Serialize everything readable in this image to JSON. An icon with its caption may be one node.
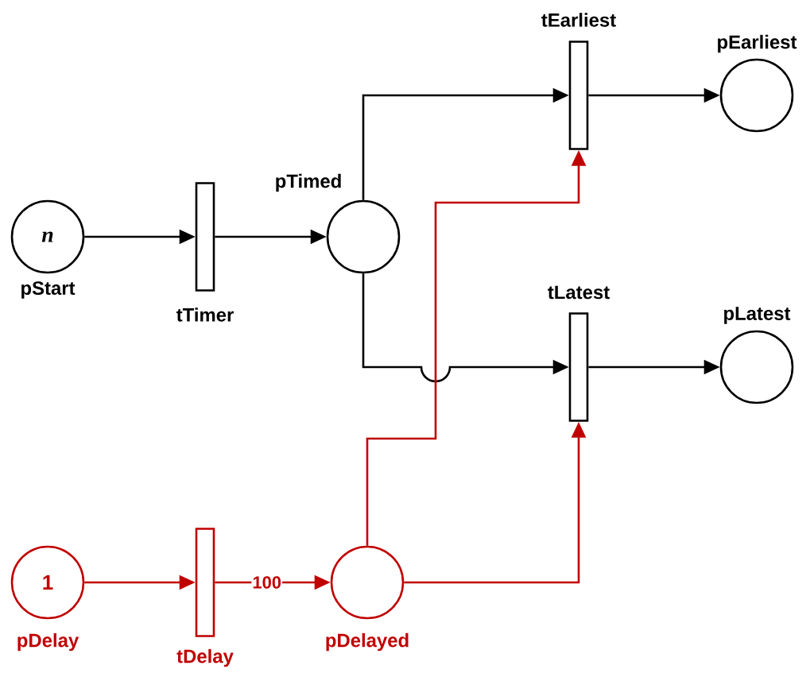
{
  "diagram": {
    "nodes": [
      {
        "text": [
          "n"
        ],
        "beside": [
          "pStart"
        ]
      },
      {
        "text": [],
        "shape": "bar",
        "beside": [
          "tTimer"
        ]
      },
      {
        "text": [],
        "shape": "circle",
        "beside": [
          "pTimed"
        ]
      },
      {
        "text": [],
        "shape": "bar",
        "beside": [
          "tEarliest"
        ]
      },
      {
        "text": [],
        "shape": "circle",
        "beside": [
          "pEarliest"
        ]
      },
      {
        "text": [],
        "shape": "bar",
        "beside": [
          "tLatest"
        ]
      },
      {
        "text": [],
        "shape": "circle",
        "beside": [
          "pLatest"
        ]
      },
      {
        "text": [
          "1"
        ],
        "beside": [
          "pDelay"
        ]
      },
      {
        "text": [],
        "shape": "bar",
        "beside": [
          "tDelay"
        ]
      },
      {
        "text": [],
        "shape": "circle",
        "beside": [
          "pDelayed"
        ]
      }
    ],
    "edges": [
      {
        "from": 0,
        "to": 1,
        "arrow": "to"
      },
      {
        "from": 1,
        "to": 2,
        "arrow": "to"
      },
      {
        "from": 2,
        "to": 3,
        "arrow": "to"
      },
      {
        "from": 2,
        "to": 5,
        "arrow": "to"
      },
      {
        "from": 3,
        "to": 4,
        "arrow": "to"
      },
      {
        "from": 5,
        "to": 6,
        "arrow": "to"
      },
      {
        "from": 7,
        "to": 8,
        "arrow": "to",
        "color": "#c00000"
      },
      {
        "from": 8,
        "to": 9,
        "arrow": "to",
        "label": "100",
        "color": "#c00000"
      },
      {
        "from": 9,
        "to": 3,
        "arrow": "to",
        "color": "#c00000"
      },
      {
        "from": 9,
        "to": 5,
        "arrow": "to",
        "color": "#c00000"
      }
    ]
  }
}
